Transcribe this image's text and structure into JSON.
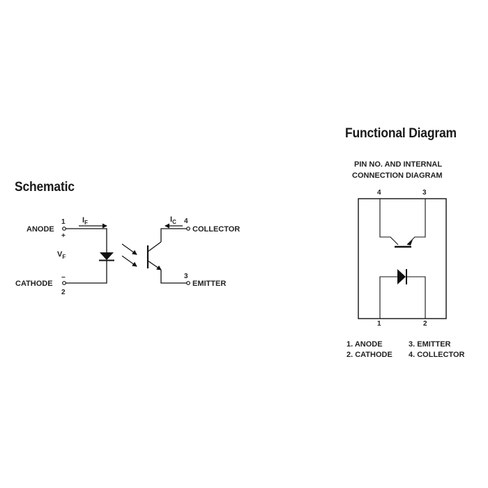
{
  "schematic": {
    "title": "Schematic",
    "pins": {
      "anode_label": "ANODE",
      "cathode_label": "CATHODE",
      "collector_label": "COLLECTOR",
      "emitter_label": "EMITTER",
      "pin1": "1",
      "pin2": "2",
      "pin3": "3",
      "pin4": "4",
      "plus": "+",
      "minus": "−"
    },
    "forward_current": {
      "main": "I",
      "sub": "F"
    },
    "collector_current": {
      "main": "I",
      "sub": "C"
    },
    "forward_voltage": {
      "main": "V",
      "sub": "F"
    }
  },
  "functional": {
    "title": "Functional Diagram",
    "subtitle_line1": "PIN NO. AND INTERNAL",
    "subtitle_line2": "CONNECTION DIAGRAM",
    "pin_top_left": "4",
    "pin_top_right": "3",
    "pin_bottom_left": "1",
    "pin_bottom_right": "2",
    "legend": {
      "item1": "1. ANODE",
      "item2": "2. CATHODE",
      "item3": "3. EMITTER",
      "item4": "4. COLLECTOR"
    }
  }
}
